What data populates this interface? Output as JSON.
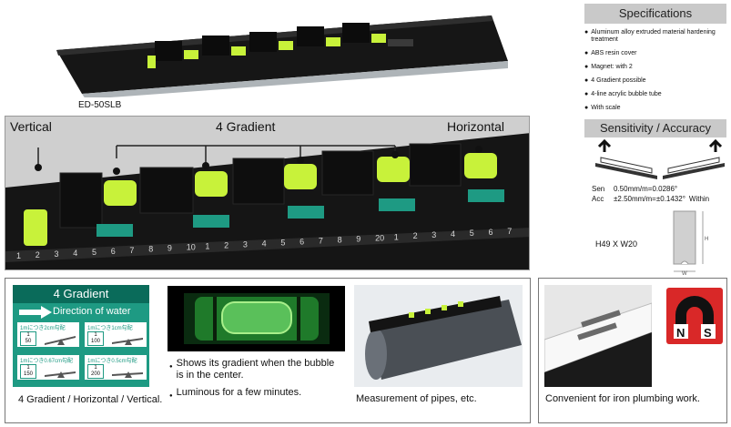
{
  "product": {
    "model": "ED-50SLB",
    "panel_labels": [
      "Vertical",
      "4 Gradient",
      "Horizontal"
    ],
    "scale_numbers": [
      "1",
      "2",
      "3",
      "4",
      "5",
      "6",
      "7",
      "8",
      "9",
      "10",
      "1",
      "2",
      "3",
      "4",
      "5",
      "6",
      "7",
      "8",
      "9",
      "20",
      "1",
      "2",
      "3",
      "4",
      "5",
      "6",
      "7"
    ]
  },
  "specifications": {
    "title": "Specifications",
    "items": [
      "Aluminum alloy extruded material hardening treatment",
      "ABS resin cover",
      "Magnet: with 2",
      "4 Gradient possible",
      "4-line acrylic bubble tube",
      "With scale"
    ]
  },
  "sensitivity": {
    "title": "Sensitivity / Accuracy",
    "rows": [
      {
        "label": "Sen",
        "value": "0.50mm/m=0.0286°",
        "suffix": ""
      },
      {
        "label": "Acc",
        "value": "±2.50mm/m=±0.1432°",
        "suffix": "Within"
      }
    ],
    "dimensions": "H49 X W20",
    "dim_h": "H",
    "dim_w": "W"
  },
  "gradient_card": {
    "title": "4 Gradient",
    "direction": "Direction of water",
    "tiles": [
      {
        "label": "1mにつき2cm勾配",
        "num": "1",
        "den": "50"
      },
      {
        "label": "1mにつき1cm勾配",
        "num": "1",
        "den": "100"
      },
      {
        "label": "1mにつき0.67cm勾配",
        "num": "1",
        "den": "150"
      },
      {
        "label": "1mにつき0.5cm勾配",
        "num": "1",
        "den": "200"
      }
    ],
    "caption": "4 Gradient / Horizontal / Vertical."
  },
  "features": {
    "bullets": [
      "Shows its gradient when the bubble is in the center.",
      "Luminous for a few minutes."
    ],
    "pipe_caption": "Measurement of pipes, etc.",
    "iron_caption": "Convenient for iron plumbing work.",
    "magnet_poles": [
      "N",
      "S"
    ]
  },
  "colors": {
    "level_body": "#111111",
    "bubble_green": "#c8f23a",
    "accent_teal": "#1e9a83",
    "magnet_red": "#d92828"
  }
}
